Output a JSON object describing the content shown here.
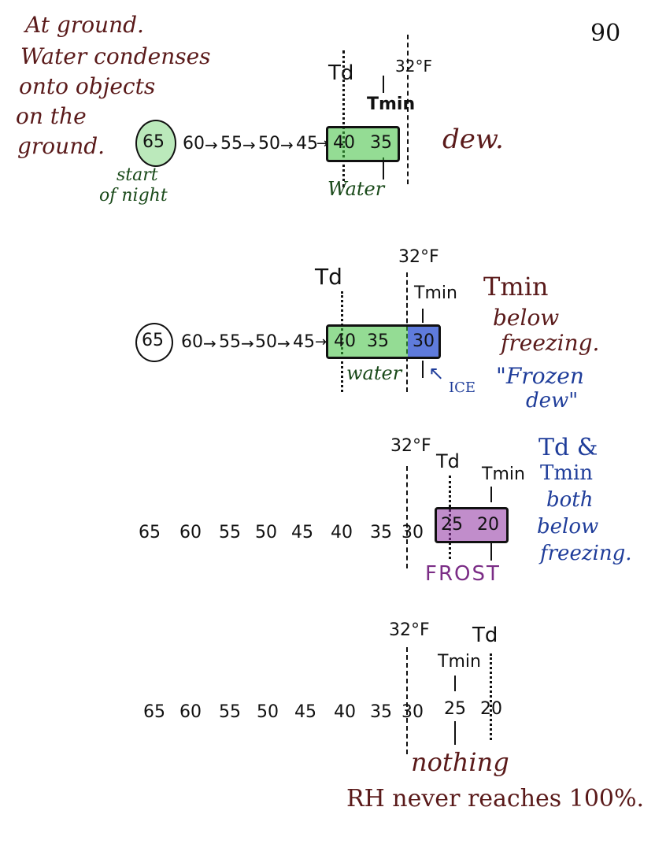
{
  "page_number": "90",
  "top_note": [
    "At ground.",
    "Water condenses",
    "onto objects",
    "on the",
    "ground."
  ],
  "colors": {
    "note": "#5a1a1a",
    "water": "#3cbf3c",
    "ice": "#2a4fd0",
    "frost": "#8e2fa0",
    "blue_ink": "#1f3d9a",
    "purple_ink": "#7b2d86"
  },
  "panel1": {
    "start_value": "65",
    "sequence": [
      "60",
      "55",
      "50",
      "45"
    ],
    "boxed": [
      "40",
      "35"
    ],
    "td_label": "Td",
    "tmin_label": "Tmin",
    "freezing_label": "32°F",
    "water_label": "Water",
    "start_label": [
      "start",
      "of night"
    ],
    "result": "dew."
  },
  "panel2": {
    "start_value": "65",
    "sequence": [
      "60",
      "55",
      "50",
      "45"
    ],
    "boxed_water": [
      "40",
      "35"
    ],
    "boxed_ice": "30",
    "td_label": "Td",
    "tmin_label": "Tmin",
    "freezing_label": "32°F",
    "water_label": "water",
    "ice_label": "ICE",
    "note": [
      "Tmin",
      "below",
      "freezing."
    ],
    "result": [
      "\"Frozen",
      "dew\""
    ]
  },
  "panel3": {
    "sequence": [
      "65",
      "60",
      "55",
      "50",
      "45",
      "40",
      "35",
      "30"
    ],
    "boxed": [
      "25",
      "20"
    ],
    "freezing_label": "32°F",
    "td_label": "Td",
    "tmin_label": "Tmin",
    "result": "FROST",
    "note": [
      "Td &",
      "Tmin",
      "both",
      "below",
      "freezing."
    ]
  },
  "panel4": {
    "sequence": [
      "65",
      "60",
      "55",
      "50",
      "45",
      "40",
      "35",
      "30",
      "25",
      "20"
    ],
    "freezing_label": "32°F",
    "tmin_label": "Tmin",
    "td_label": "Td",
    "result": "nothing",
    "note": "RH never reaches 100%."
  }
}
